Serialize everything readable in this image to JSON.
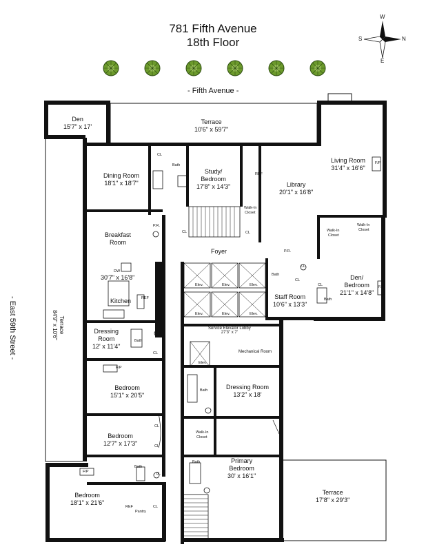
{
  "title": {
    "line1": "781 Fifth Avenue",
    "line2": "18th Floor"
  },
  "compass": {
    "n": "N",
    "s": "S",
    "e": "E",
    "w": "W"
  },
  "streets": {
    "top": "- Fifth Avenue -",
    "left": "- East 59th Street -"
  },
  "rooms": {
    "den": {
      "name": "Den",
      "dims": "15'7\" x 17'"
    },
    "terrace_top": {
      "name": "Terrace",
      "dims": "10'6\" x 59'7\""
    },
    "living": {
      "name": "Living Room",
      "dims": "31'4\" x 16'6\""
    },
    "dining": {
      "name": "Dining Room",
      "dims": "18'1\" x 18'7\""
    },
    "study": {
      "name1": "Study/",
      "name2": "Bedroom",
      "dims": "17'8\" x 14'3\""
    },
    "library": {
      "name": "Library",
      "dims": "20'1\" x 16'8\""
    },
    "breakfast": {
      "name1": "Breakfast",
      "name2": "Room"
    },
    "foyer": {
      "name": "Foyer"
    },
    "kitchen": {
      "name": "Kitchen",
      "dims": "30'7\" x 16'8\""
    },
    "den_bed": {
      "name1": "Den/",
      "name2": "Bedroom",
      "dims": "21'1\" x 14'8\""
    },
    "staff": {
      "name": "Staff Room",
      "dims": "10'6\" x 13'3\""
    },
    "terrace_left": {
      "name": "Terrace",
      "dims": "84'9\" x 10'6\""
    },
    "dressing1": {
      "name1": "Dressing",
      "name2": "Room",
      "dims": "12' x 11'4\""
    },
    "service_lobby": {
      "name": "Service Elevator Lobby",
      "dims": "27'3\" x 7'"
    },
    "mechanical": {
      "name": "Mechanical Room"
    },
    "bedroom1": {
      "name": "Bedroom",
      "dims": "15'1\" x 20'5\""
    },
    "dressing2": {
      "name": "Dressing Room",
      "dims": "13'2\" x 18'"
    },
    "bedroom2": {
      "name": "Bedroom",
      "dims": "12'7\" x 17'3\""
    },
    "primary": {
      "name1": "Primary",
      "name2": "Bedroom",
      "dims": "30' x 16'1\""
    },
    "bedroom3": {
      "name": "Bedroom",
      "dims": "18'1\" x 21'6\""
    },
    "terrace_br": {
      "name": "Terrace",
      "dims": "17'8\" x 29'3\""
    }
  },
  "small_labels": {
    "cl": "CL",
    "bath": "Bath",
    "pr": "P.R.",
    "ref": "REF",
    "dw": "DW",
    "fp": "F/P",
    "elev": "Elev.",
    "walkin": "Walk-In",
    "closet": "Closet",
    "pantry": "Pantry"
  },
  "colors": {
    "wall": "#111111",
    "tree": "#6c9a2c",
    "line": "#222222"
  }
}
